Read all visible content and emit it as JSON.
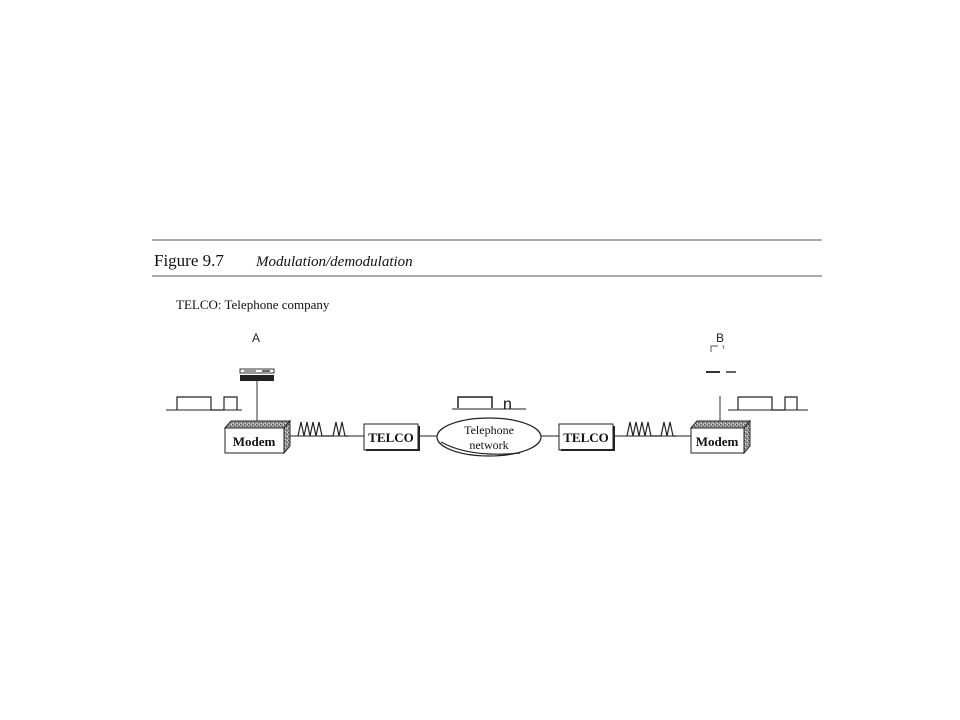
{
  "figure": {
    "number": "Figure 9.7",
    "caption": "Modulation/demodulation"
  },
  "legend": "TELCO: Telephone company",
  "endpoints": {
    "left_label": "A",
    "right_label": "B"
  },
  "boxes": {
    "left_modem": "Modem",
    "right_modem": "Modem",
    "left_telco": "TELCO",
    "right_telco": "TELCO"
  },
  "network": {
    "line1": "Telephone",
    "line2": "network"
  },
  "middle_signal_letter": "n"
}
